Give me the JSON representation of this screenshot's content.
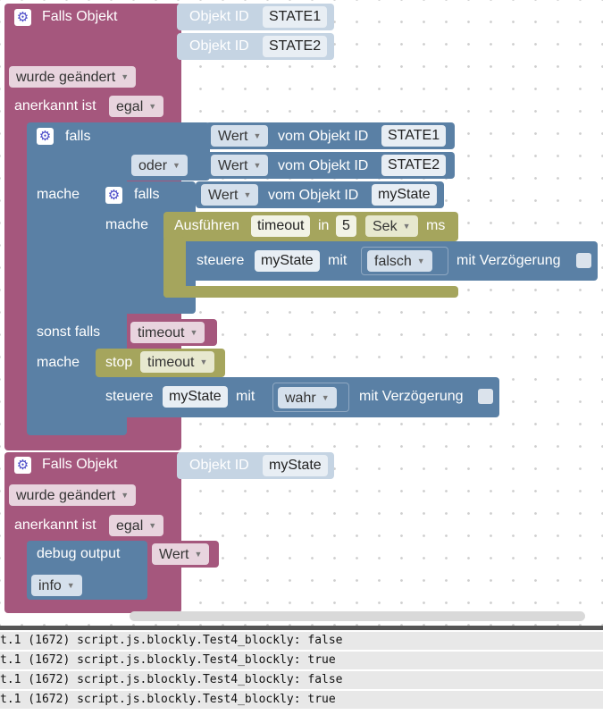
{
  "blocks": {
    "falls_objekt": "Falls Objekt",
    "objekt_id": "Objekt ID",
    "wurde_geaendert": "wurde geändert",
    "anerkannt_ist": "anerkannt ist",
    "egal": "egal",
    "falls": "falls",
    "oder": "oder",
    "wert": "Wert",
    "vom_objekt_id": "vom Objekt ID",
    "mache": "mache",
    "ausfuehren": "Ausführen",
    "in": "in",
    "sek": "Sek",
    "ms": "ms",
    "steuere": "steuere",
    "mit": "mit",
    "mit_verzoegerung": "mit Verzögerung",
    "sonst_falls": "sonst falls",
    "stop": "stop",
    "debug_output": "debug output",
    "info": "info"
  },
  "values": {
    "state1": "STATE1",
    "state2": "STATE2",
    "mystate": "myState",
    "timeout": "timeout",
    "five": "5",
    "falsch": "falsch",
    "wahr": "wahr"
  },
  "log": {
    "lines": [
      "t.1 (1672) script.js.blockly.Test4_blockly: false",
      "t.1 (1672) script.js.blockly.Test4_blockly: true",
      "t.1 (1672) script.js.blockly.Test4_blockly: false",
      "t.1 (1672) script.js.blockly.Test4_blockly: true"
    ]
  },
  "colors": {
    "event_block": "#a5577d",
    "logic_block": "#5a80a5",
    "timer_block": "#a5a55d",
    "object_id_block": "#c5d4e3"
  },
  "icons": [
    "gear-icon",
    "dropdown-arrow-icon"
  ]
}
